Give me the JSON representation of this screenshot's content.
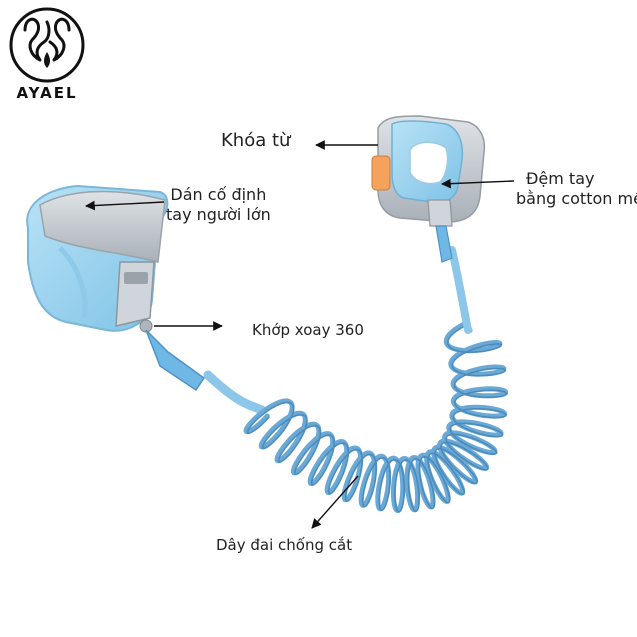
{
  "brand": {
    "name": "AYAEL",
    "logo_icon": "ayael-flame-logo-icon"
  },
  "product": {
    "subject": "child-safety-harness-wrist-leash",
    "colors": {
      "pad": "#9fd3ee",
      "strap": "#c9ced3",
      "cord": "#7fbbe0",
      "coil_dark": "#4f8fbe"
    }
  },
  "annotations": {
    "magnetic_lock": "Khóa từ",
    "soft_pad_line1": "Đệm tay",
    "soft_pad_line2": "bằng cotton mềm",
    "fixed_strap_line1": "Dán cố định",
    "fixed_strap_line2": "tay người lớn",
    "swivel_joint": "Khớp xoay 360",
    "cut_resistant_cord": "Dây đai chống cắt"
  }
}
